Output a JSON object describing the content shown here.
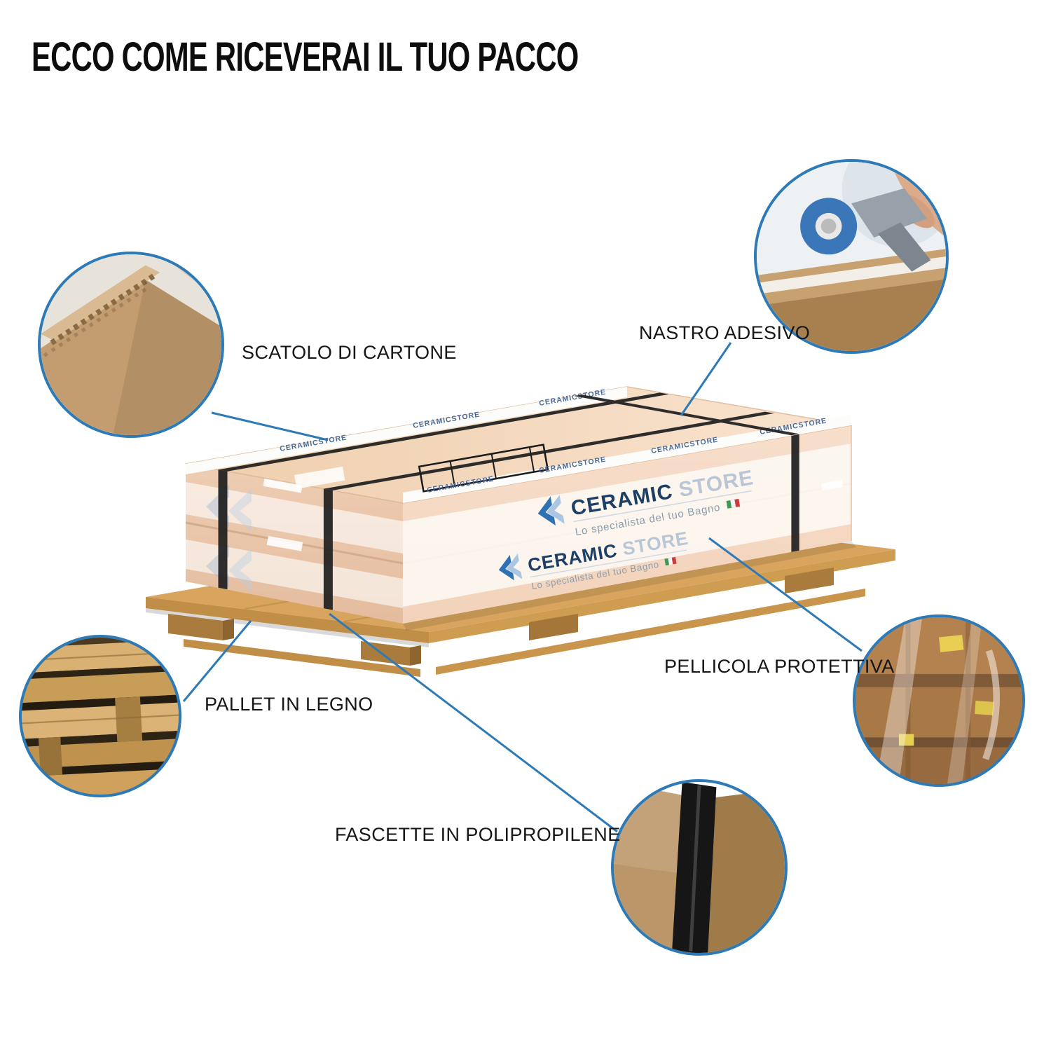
{
  "title": "ECCO COME RICEVERAI IL TUO PACCO",
  "callouts": {
    "scatolo": {
      "label": "SCATOLO DI CARTONE"
    },
    "nastro": {
      "label": "NASTRO ADESIVO"
    },
    "pellicola": {
      "label": "PELLICOLA PROTETTIVA"
    },
    "pallet": {
      "label": "PALLET IN LEGNO"
    },
    "fascette": {
      "label": "FASCETTE IN POLIPROPILENE"
    }
  },
  "package": {
    "brand_primary": "CERAMIC",
    "brand_secondary": "STORE",
    "tagline": "Lo specialista del tuo Bagno",
    "tape_text": "CERAMICSTORE"
  },
  "colors": {
    "accent": "#2d7ab6",
    "brand_navy": "#1d3f66",
    "brand_light": "#b9c6d6",
    "carton": "#f4d6ba",
    "wood": "#d9a55e",
    "strap": "#1e1e1e"
  }
}
